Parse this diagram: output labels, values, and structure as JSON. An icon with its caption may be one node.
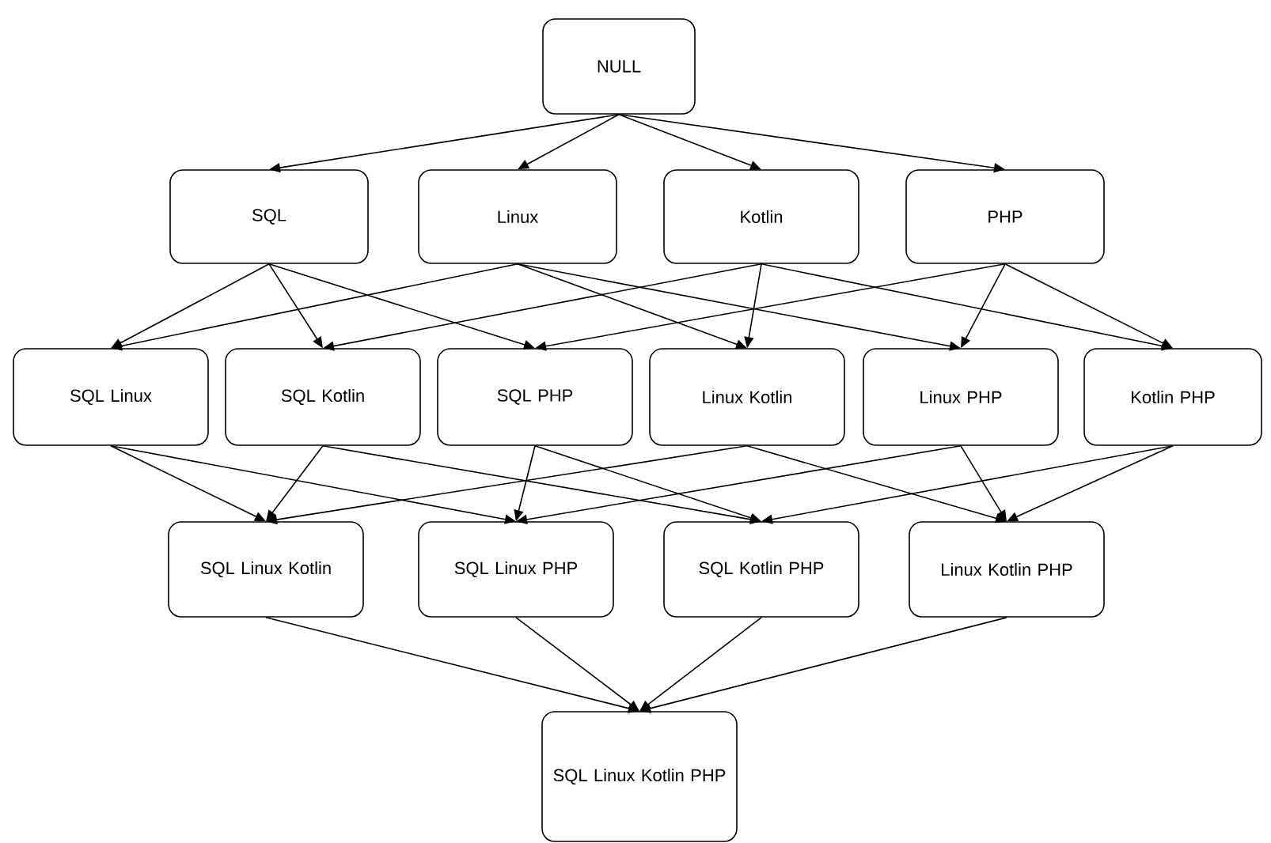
{
  "diagram": {
    "nodes": [
      {
        "text": [
          "NULL"
        ]
      },
      {
        "text": [
          "SQL"
        ]
      },
      {
        "text": [
          "Linux"
        ]
      },
      {
        "text": [
          "Kotlin"
        ]
      },
      {
        "text": [
          "PHP"
        ]
      },
      {
        "text": [
          "SQL Linux"
        ]
      },
      {
        "text": [
          "SQL Kotlin"
        ]
      },
      {
        "text": [
          "SQL PHP"
        ]
      },
      {
        "text": [
          "Linux Kotlin"
        ]
      },
      {
        "text": [
          "Linux PHP"
        ]
      },
      {
        "text": [
          "Kotlin PHP"
        ]
      },
      {
        "text": [
          "SQL Linux Kotlin"
        ]
      },
      {
        "text": [
          "SQL Linux PHP"
        ]
      },
      {
        "text": [
          "SQL Kotlin PHP"
        ]
      },
      {
        "text": [
          "Linux Kotlin PHP"
        ]
      },
      {
        "text": [
          "SQL Linux Kotlin PHP"
        ]
      }
    ],
    "edges": [
      {
        "from": 0,
        "to": 1,
        "arrow": "to"
      },
      {
        "from": 0,
        "to": 2,
        "arrow": "to"
      },
      {
        "from": 0,
        "to": 3,
        "arrow": "to"
      },
      {
        "from": 0,
        "to": 4,
        "arrow": "to"
      },
      {
        "from": 1,
        "to": 5,
        "arrow": "to"
      },
      {
        "from": 1,
        "to": 6,
        "arrow": "to"
      },
      {
        "from": 1,
        "to": 7,
        "arrow": "to"
      },
      {
        "from": 2,
        "to": 5,
        "arrow": "to"
      },
      {
        "from": 2,
        "to": 8,
        "arrow": "to"
      },
      {
        "from": 2,
        "to": 9,
        "arrow": "to"
      },
      {
        "from": 3,
        "to": 6,
        "arrow": "to"
      },
      {
        "from": 3,
        "to": 8,
        "arrow": "to"
      },
      {
        "from": 3,
        "to": 10,
        "arrow": "to"
      },
      {
        "from": 4,
        "to": 7,
        "arrow": "to"
      },
      {
        "from": 4,
        "to": 9,
        "arrow": "to"
      },
      {
        "from": 4,
        "to": 10,
        "arrow": "to"
      },
      {
        "from": 5,
        "to": 11,
        "arrow": "to"
      },
      {
        "from": 5,
        "to": 12,
        "arrow": "to"
      },
      {
        "from": 6,
        "to": 11,
        "arrow": "to"
      },
      {
        "from": 6,
        "to": 13,
        "arrow": "to"
      },
      {
        "from": 7,
        "to": 12,
        "arrow": "to"
      },
      {
        "from": 7,
        "to": 13,
        "arrow": "to"
      },
      {
        "from": 8,
        "to": 11,
        "arrow": "to"
      },
      {
        "from": 8,
        "to": 14,
        "arrow": "to"
      },
      {
        "from": 9,
        "to": 12,
        "arrow": "to"
      },
      {
        "from": 9,
        "to": 14,
        "arrow": "to"
      },
      {
        "from": 10,
        "to": 13,
        "arrow": "to"
      },
      {
        "from": 10,
        "to": 14,
        "arrow": "to"
      },
      {
        "from": 11,
        "to": 15,
        "arrow": "to"
      },
      {
        "from": 12,
        "to": 15,
        "arrow": "to"
      },
      {
        "from": 13,
        "to": 15,
        "arrow": "to"
      },
      {
        "from": 14,
        "to": 15,
        "arrow": "to"
      }
    ]
  }
}
